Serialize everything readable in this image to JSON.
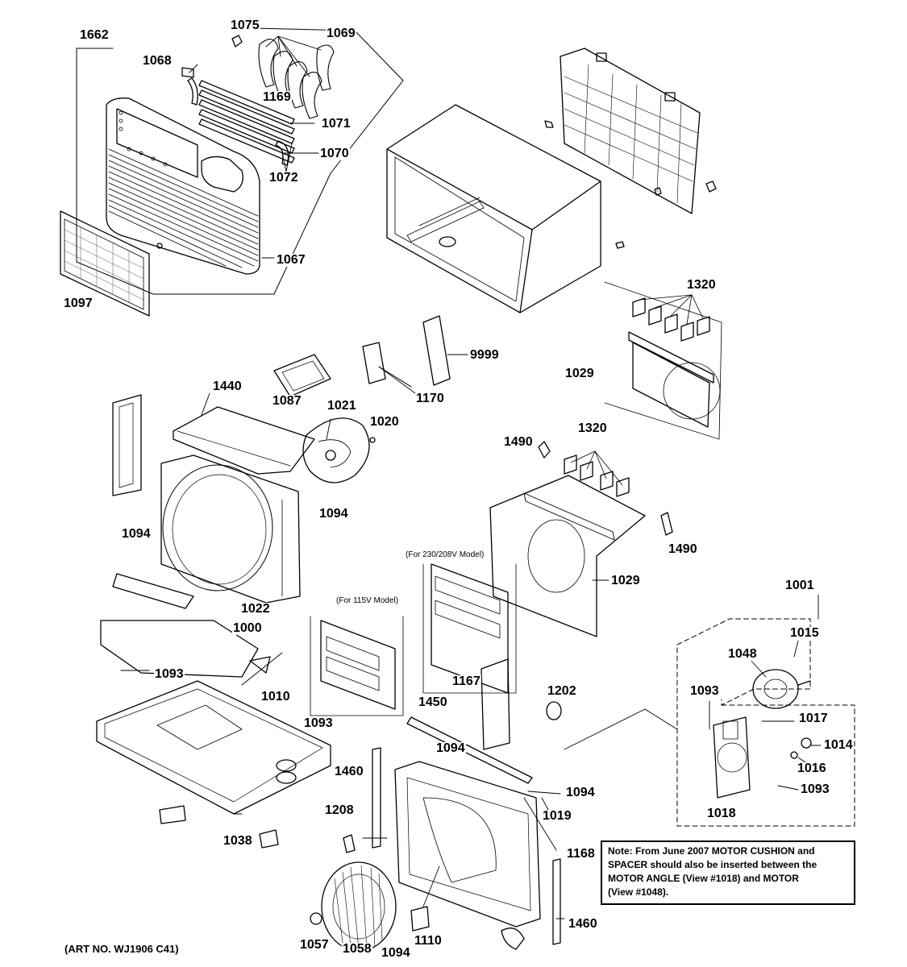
{
  "diagram": {
    "part_labels": {
      "p1662": "1662",
      "p1075": "1075",
      "p1069": "1069",
      "p1068": "1068",
      "p1169": "1169",
      "p1071": "1071",
      "p1070": "1070",
      "p1072": "1072",
      "p1067": "1067",
      "p1097": "1097",
      "p1320_top": "1320",
      "p1029_top": "1029",
      "p9999": "9999",
      "p1087": "1087",
      "p1170": "1170",
      "p1440": "1440",
      "p1021": "1021",
      "p1020": "1020",
      "p1094_left": "1094",
      "p1094_mid": "1094",
      "p1022": "1022",
      "p1000": "1000",
      "p1093_left": "1093",
      "p1010": "1010",
      "p1093_base": "1093",
      "p1038": "1038",
      "p1490_left": "1490",
      "p1320_mid": "1320",
      "p1490_right": "1490",
      "p1029_mid": "1029",
      "p1001": "1001",
      "p1015": "1015",
      "p1048": "1048",
      "p1093_right": "1093",
      "p1017": "1017",
      "p1014": "1014",
      "p1016": "1016",
      "p1093_motor": "1093",
      "p1018": "1018",
      "p1167": "1167",
      "p1202": "1202",
      "p1450": "1450",
      "p1094_center": "1094",
      "p1460_left": "1460",
      "p1094_right": "1094",
      "p1019": "1019",
      "p1208": "1208",
      "p1168": "1168",
      "p1460_right": "1460",
      "p1057": "1057",
      "p1058": "1058",
      "p1094_bottom": "1094",
      "p1110": "1110"
    },
    "model_notes": {
      "v230": "(For 230/208V Model)",
      "v115": "(For 115V Model)"
    },
    "note": {
      "line1": "Note: From June 2007 MOTOR CUSHION and",
      "line2": "SPACER should also be inserted between the",
      "line3": "MOTOR ANGLE (View #1018) and MOTOR",
      "line4": "(View #1048)."
    },
    "art_number": "(ART NO. WJ1906 C41)"
  }
}
